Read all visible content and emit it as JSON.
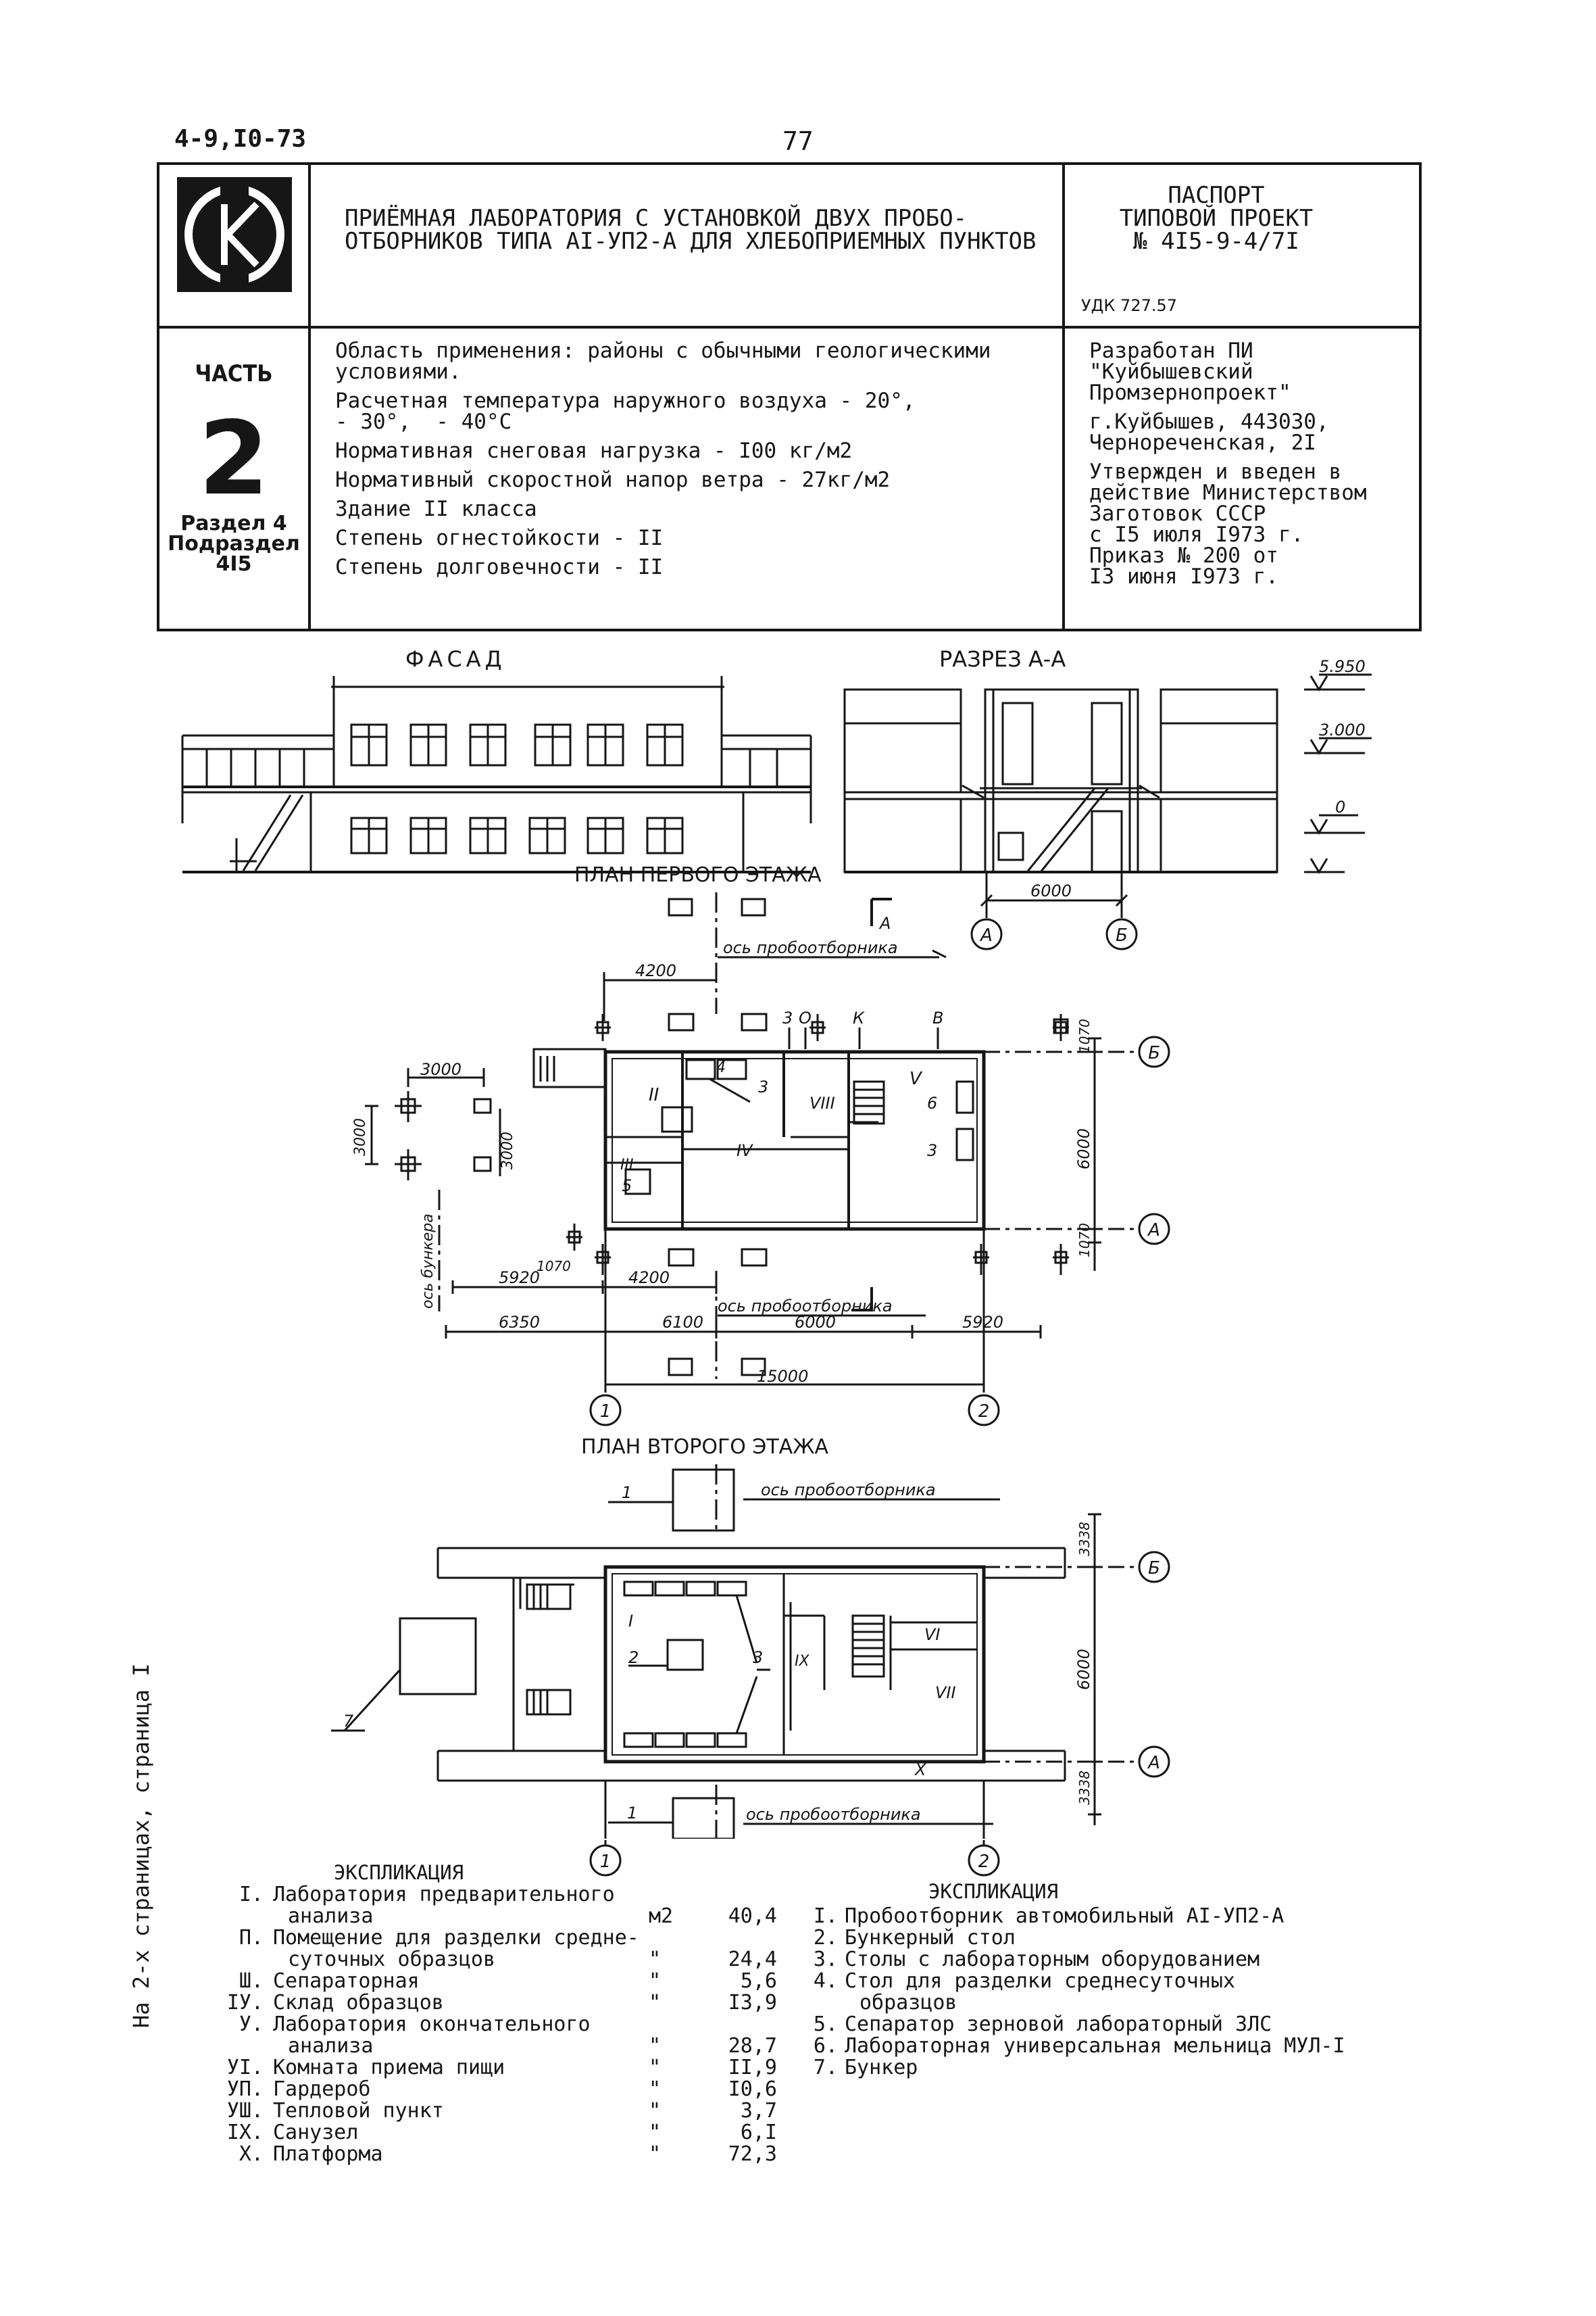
{
  "doc_code": "4-9,I0-73",
  "page_number": "77",
  "header": {
    "title_line1": "ПРИЁМНАЯ ЛАБОРАТОРИЯ С УСТАНОВКОЙ ДВУХ ПРОБО-",
    "title_line2": "ОТБОРНИКОВ ТИПА AI-УП2-А ДЛЯ ХЛЕБОПРИЕМНЫХ ПУНКТОВ",
    "passport_line1": "ПАСПОРТ",
    "passport_line2": "ТИПОВОЙ ПРОЕКТ",
    "passport_line3": "№ 4I5-9-4/7I",
    "udk": "УДК 727.57"
  },
  "part": {
    "label": "ЧАСТЬ",
    "number": "2",
    "section_line1": "Раздел 4",
    "section_line2": "Подраздел",
    "section_line3": "4I5"
  },
  "params": {
    "line1a": "Область применения: районы с обычными геологическими",
    "line1b": "условиями.",
    "line2a": "Расчетная температура наружного воздуха - 20°,",
    "line2b": "- 30°,  - 40°C",
    "line3": "Нормативная снеговая нагрузка - I00 кг/м2",
    "line4": "Нормативный скоростной напор ветра - 27кг/м2",
    "line5": "Здание II класса",
    "line6": "Степень огнестойкости - II",
    "line7": "Степень долговечности - II"
  },
  "developer": {
    "line1": "Разработан ПИ",
    "line2": "\"Куйбышевский",
    "line3": "Промзернопроект\"",
    "line4": "г.Куйбышев, 443030,",
    "line5": "Чернореченская, 2I",
    "line6": "Утвержден и введен в",
    "line7": "действие Министерством",
    "line8": "Заготовок СССР",
    "line9": "с I5 июля I973 г.",
    "line10": "Приказ № 200 от",
    "line11": "I3 июня I973 г."
  },
  "drawings": {
    "facade_title": "ФАСАД",
    "section_title": "РАЗРЕЗ  А-А",
    "level_top": "5.950",
    "level_mid": "3.000",
    "level_zero": "0",
    "section_dim": "6000",
    "axis_a": "А",
    "axis_b": "Б",
    "plan1_title": "ПЛАН ПЕРВОГО ЭТАЖА",
    "plan2_title": "ПЛАН ВТОРОГО ЭТАЖА",
    "axis_label_sampler": "ось пробоотборника",
    "axis_label_bunker": "ось бункера",
    "cut_mark": "А",
    "axis_1": "1",
    "axis_2": "2",
    "p1_dims": {
      "d4200_top": "4200",
      "d3000_h": "3000",
      "d3000_v": "3000",
      "d3000_v2": "3000",
      "d1070_top": "1070",
      "d6000_v": "6000",
      "d1070_bot": "1070",
      "d1070_low": "1070",
      "d5920_left": "5920",
      "d4200_low": "4200",
      "d6350": "6350",
      "d6100": "6100",
      "d6000_h": "6000",
      "d5920_right": "5920",
      "d15000": "15000"
    },
    "p1_marks": {
      "z": "3",
      "o": "О",
      "k": "К",
      "v": "В"
    },
    "p1_rooms": {
      "r2": "II",
      "r3": "III",
      "r4": "IV",
      "r5": "V",
      "r8": "VIII",
      "n3a": "3",
      "n4": "4",
      "n5": "5",
      "n6": "6",
      "n3b": "3"
    },
    "p2_dims": {
      "d3338_top": "3338",
      "d6000": "6000",
      "d3338_bot": "3338"
    },
    "p2_rooms": {
      "r1": "I",
      "r6": "VI",
      "r7": "VII",
      "r9": "IX",
      "rx": "X",
      "n1a": "1",
      "n1b": "1",
      "n2": "2",
      "n3": "3",
      "n7": "7"
    }
  },
  "expl_left": {
    "title": "ЭКСПЛИКАЦИЯ",
    "rows": [
      {
        "num": "I.",
        "name": "Лаборатория предварительного",
        "unit": "",
        "area": ""
      },
      {
        "num": "",
        "name": "анализа",
        "unit": "м2",
        "area": "40,4"
      },
      {
        "num": "П.",
        "name": "Помещение для разделки средне-",
        "unit": "",
        "area": ""
      },
      {
        "num": "",
        "name": "суточных образцов",
        "unit": "\"",
        "area": "24,4"
      },
      {
        "num": "Ш.",
        "name": "Сепараторная",
        "unit": "\"",
        "area": "5,6"
      },
      {
        "num": "IУ.",
        "name": "Склад образцов",
        "unit": "\"",
        "area": "I3,9"
      },
      {
        "num": "У.",
        "name": "Лаборатория окончательного",
        "unit": "",
        "area": ""
      },
      {
        "num": "",
        "name": "анализа",
        "unit": "\"",
        "area": "28,7"
      },
      {
        "num": "УI.",
        "name": "Комната приема пищи",
        "unit": "\"",
        "area": "II,9"
      },
      {
        "num": "УП.",
        "name": "Гардероб",
        "unit": "\"",
        "area": "I0,6"
      },
      {
        "num": "УШ.",
        "name": "Тепловой пункт",
        "unit": "\"",
        "area": "3,7"
      },
      {
        "num": "IX.",
        "name": "Санузел",
        "unit": "\"",
        "area": "6,I"
      },
      {
        "num": "X.",
        "name": "Платформа",
        "unit": "\"",
        "area": "72,3"
      }
    ]
  },
  "expl_right": {
    "title": "ЭКСПЛИКАЦИЯ",
    "rows": [
      {
        "num": "I.",
        "name": "Пробоотборник автомобильный AI-УП2-А"
      },
      {
        "num": "2.",
        "name": "Бункерный стол"
      },
      {
        "num": "3.",
        "name": "Столы с лабораторным оборудованием"
      },
      {
        "num": "4.",
        "name": "Стол для разделки среднесуточных"
      },
      {
        "num": "",
        "name": "образцов"
      },
      {
        "num": "5.",
        "name": "Сепаратор зерновой лабораторный ЗЛС"
      },
      {
        "num": "6.",
        "name": "Лабораторная универсальная мельница МУЛ-I"
      },
      {
        "num": "7.",
        "name": "Бункер"
      }
    ]
  },
  "side_note": "На 2-х страницах, страница I",
  "colors": {
    "ink": "#161616",
    "paper": "#ffffff"
  }
}
